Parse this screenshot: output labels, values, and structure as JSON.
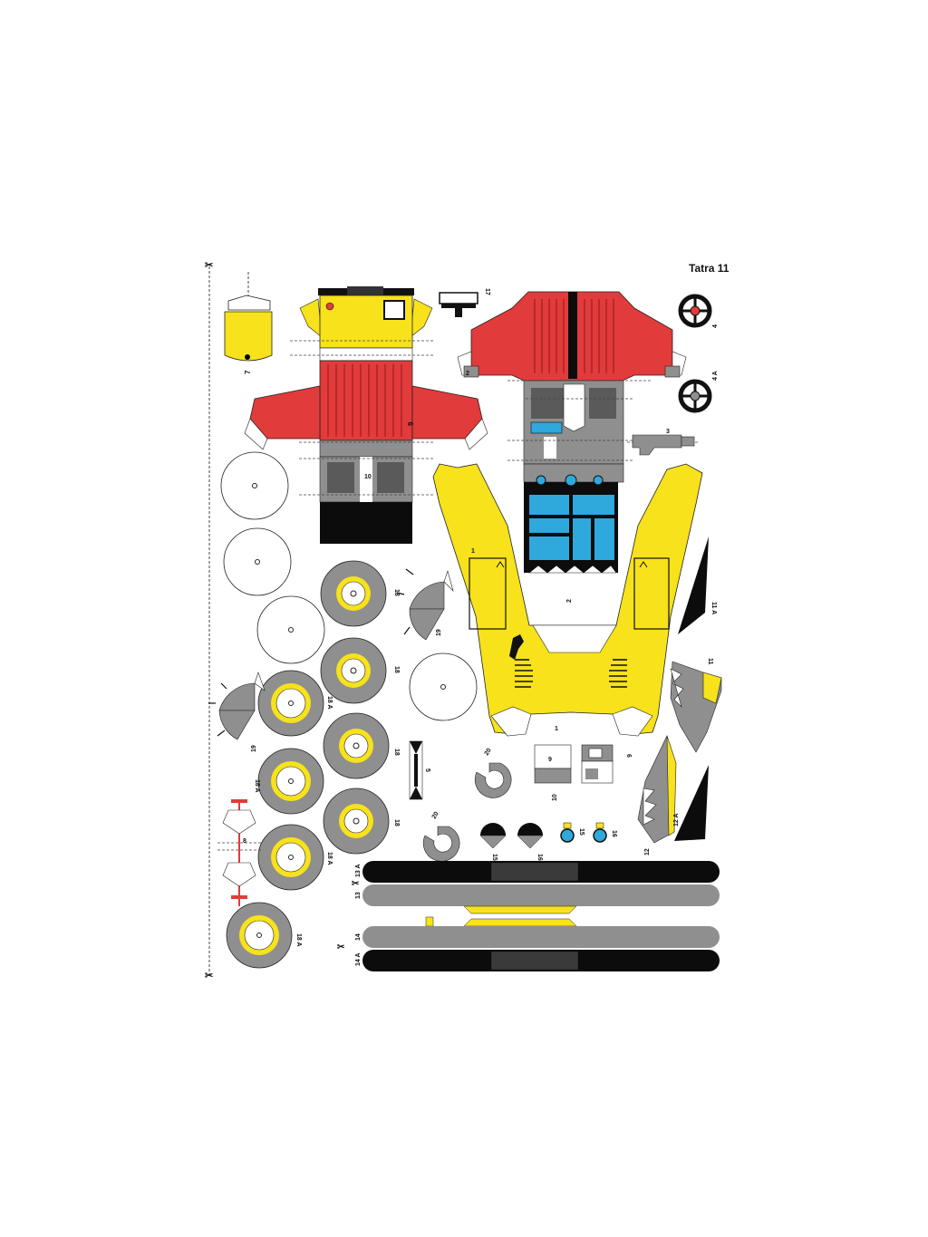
{
  "title": "Tatra 11",
  "colors": {
    "red": "#e23b3b",
    "yellow": "#f7e21b",
    "gray": "#8f8f8f",
    "black": "#0c0c0c",
    "blue": "#2fa8dc",
    "white": "#ffffff"
  },
  "labels": {
    "p7": "7",
    "p17": "17",
    "p4": "4",
    "p4a": "4 A",
    "p9": "9",
    "p10": "10",
    "p3": "3",
    "p1": "1",
    "p2": "2",
    "p11a": "11 A",
    "p11": "11",
    "p12a": "12 A",
    "p12": "12",
    "p18": "18",
    "p18a": "18 A",
    "p19": "19",
    "p20": "20",
    "p5": "5",
    "p6": "6",
    "p8": "8",
    "p15": "15",
    "p15a": "15 A",
    "p16": "16",
    "p16a": "16 A",
    "p13": "13",
    "p13a": "13 A",
    "p14": "14",
    "p14a": "14 A"
  },
  "icons": {
    "scissors": "scissors-icon"
  }
}
